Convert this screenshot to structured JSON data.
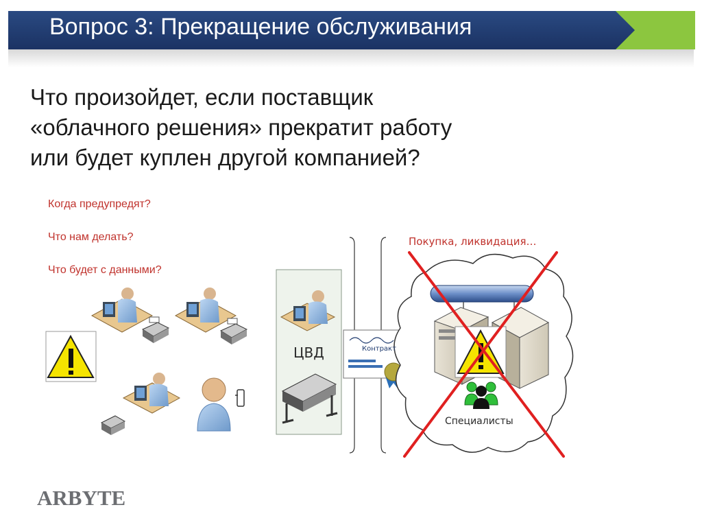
{
  "header": {
    "title": "Вопрос 3: Прекращение обслуживания",
    "bar_color": "#1e3a6e",
    "accent_color": "#8cc63f"
  },
  "question": {
    "lines": [
      "Что произойдет, если поставщик",
      "«облачного решения» прекратит работу",
      "или будет куплен другой компанией?"
    ]
  },
  "concerns": [
    "Когда предупредят?",
    "Что нам делать?",
    "Что будет с данными?"
  ],
  "diagram": {
    "center_label": "ЦВД",
    "contract_label": "Контракт",
    "provider_label": "Покупка, ликвидация…",
    "specialists_label": "Специалисты",
    "icons": [
      "warning-icon",
      "workstation-icon",
      "printer-icon",
      "user-icon",
      "plotter-icon",
      "server-icon",
      "cloud-icon",
      "certificate-icon",
      "specialists-icon",
      "cross-icon"
    ],
    "warning_color": "#f5e400",
    "cross_color": "#e02020",
    "text_red": "#c0322c"
  },
  "logo": {
    "text": "ARBYTE"
  }
}
